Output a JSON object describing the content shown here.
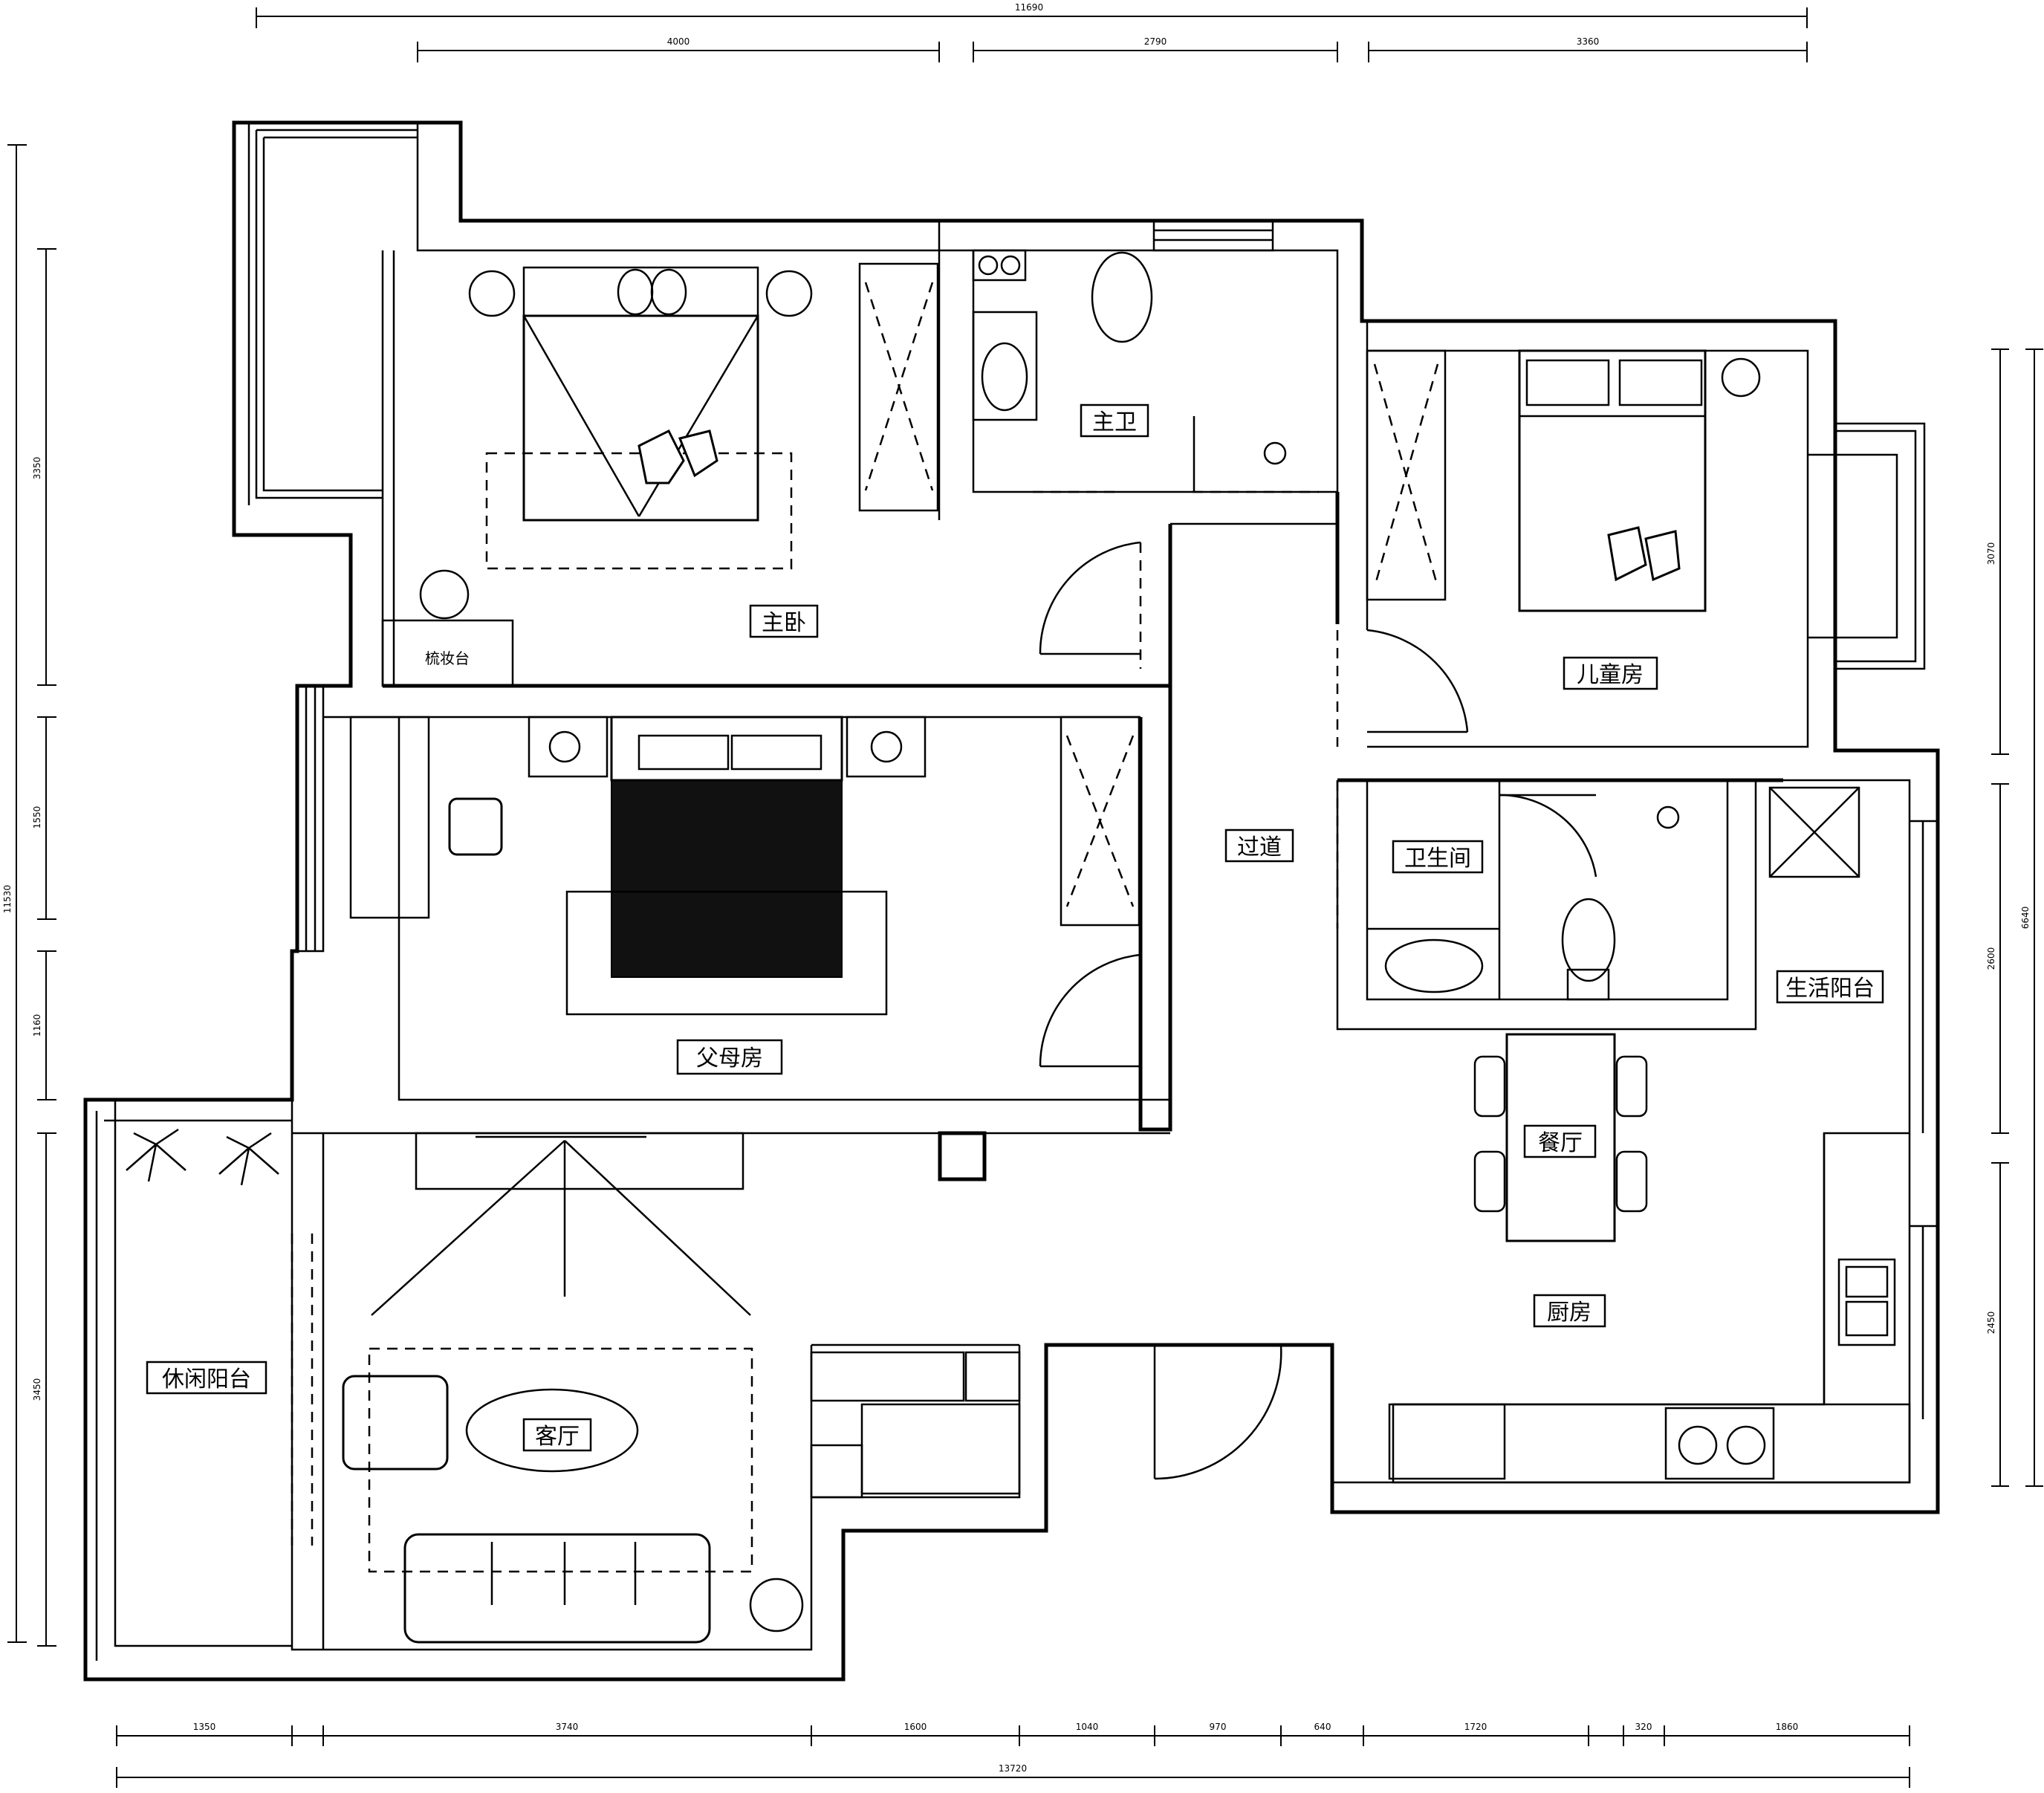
{
  "rooms": {
    "master_bedroom": "主卧",
    "master_bath": "主卫",
    "dressing_table": "梳妆台",
    "kids_room": "儿童房",
    "parents_room": "父母房",
    "corridor": "过道",
    "bathroom": "卫生间",
    "utility_balcony": "生活阳台",
    "dining_room": "餐厅",
    "kitchen": "厨房",
    "leisure_balcony": "休闲阳台",
    "living_room": "客厅"
  },
  "dimensions": {
    "top_total": "11690",
    "top_segments": [
      "4000",
      "2790",
      "3360"
    ],
    "bottom_segments": [
      "1350",
      "3740",
      "1600",
      "1040",
      "970",
      "640",
      "1720",
      "320",
      "1860"
    ],
    "bottom_total": "13720",
    "left_total": "11530",
    "left_segments": [
      "3350",
      "1550",
      "1160",
      "3450"
    ],
    "right_total": "6640",
    "right_segments": [
      "3070",
      "2600",
      "2450"
    ]
  }
}
